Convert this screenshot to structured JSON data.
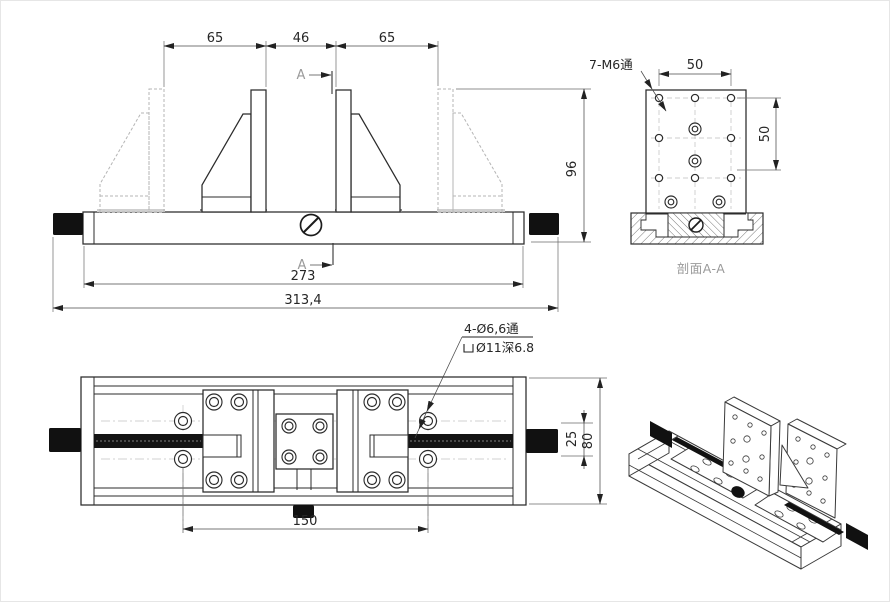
{
  "document": {
    "views": {
      "front": {
        "dim_65_left": "65",
        "dim_46": "46",
        "dim_65_right": "65",
        "dim_96": "96",
        "dim_273": "273",
        "dim_3134": "313,4",
        "section_letter_top": "A",
        "section_letter_bottom": "A"
      },
      "section": {
        "callout_holes": "7-M6通",
        "dim_50_width": "50",
        "dim_50_height": "50",
        "caption": "剖面A-A"
      },
      "top": {
        "callout_line1": "4-Ø6,6通",
        "callout_line2": "Ø11深6.8",
        "dim_150": "150",
        "dim_25": "25",
        "dim_80": "80"
      }
    },
    "colors": {
      "line": "#2b2b2b",
      "dim_line": "#4a4a4a",
      "gray_label": "#9a9a9a",
      "phantom": "#b5b5b5",
      "fill_black": "#111111",
      "background": "#ffffff"
    }
  }
}
